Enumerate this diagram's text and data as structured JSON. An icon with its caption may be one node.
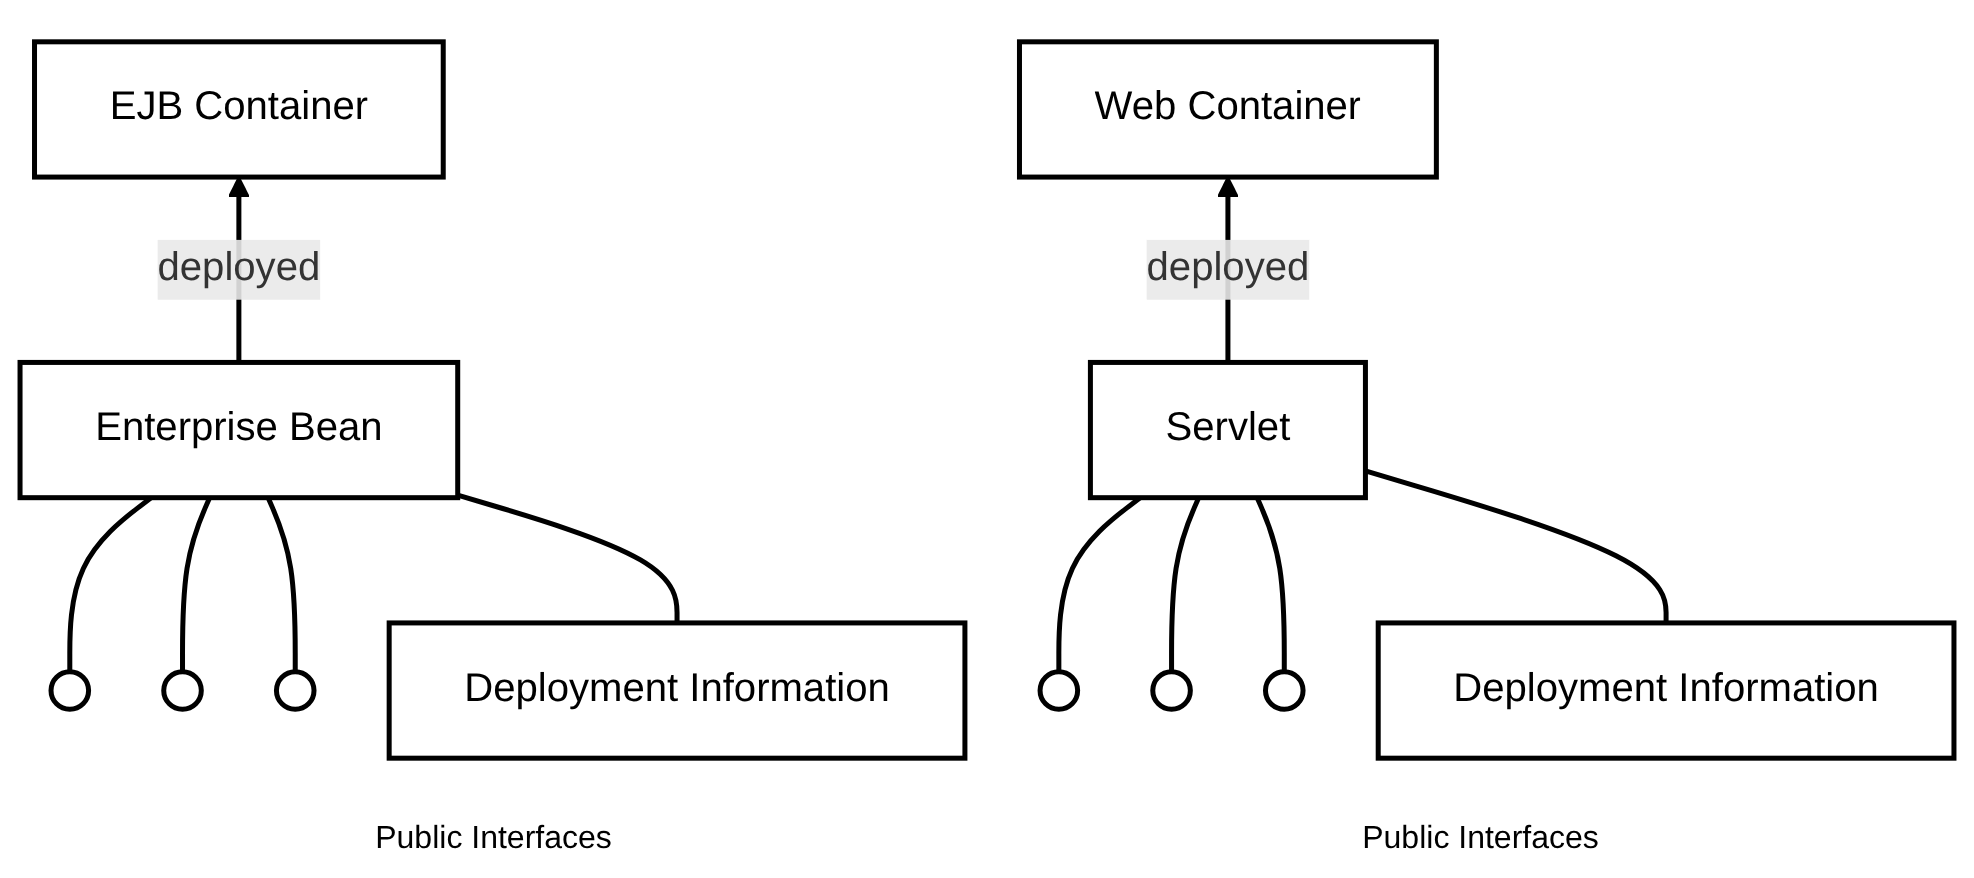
{
  "diagram": {
    "nodes": [
      {
        "text": [
          "EJB Container"
        ]
      },
      {
        "text": [
          "Enterprise Bean"
        ]
      },
      {
        "text": [],
        "shape": "circle"
      },
      {
        "text": [],
        "shape": "circle"
      },
      {
        "text": [],
        "shape": "circle"
      },
      {
        "text": [
          "Deployment Information"
        ]
      },
      {
        "text": [
          "Web Container"
        ]
      },
      {
        "text": [
          "Servlet"
        ]
      },
      {
        "text": [],
        "shape": "circle"
      },
      {
        "text": [],
        "shape": "circle"
      },
      {
        "text": [],
        "shape": "circle"
      },
      {
        "text": [
          "Deployment Information"
        ]
      }
    ],
    "edges": [
      {
        "from": 1,
        "to": 0,
        "arrow": "to",
        "label": "deployed"
      },
      {
        "from": 1,
        "to": 2,
        "arrow": "none"
      },
      {
        "from": 1,
        "to": 3,
        "arrow": "none"
      },
      {
        "from": 1,
        "to": 4,
        "arrow": "none"
      },
      {
        "from": 1,
        "to": 5,
        "arrow": "none"
      },
      {
        "from": 7,
        "to": 6,
        "arrow": "to",
        "label": "deployed"
      },
      {
        "from": 7,
        "to": 8,
        "arrow": "none"
      },
      {
        "from": 7,
        "to": 9,
        "arrow": "none"
      },
      {
        "from": 7,
        "to": 10,
        "arrow": "none"
      },
      {
        "from": 7,
        "to": 11,
        "arrow": "none"
      }
    ],
    "labels": [
      "Public Interfaces",
      "Public Interfaces"
    ]
  }
}
